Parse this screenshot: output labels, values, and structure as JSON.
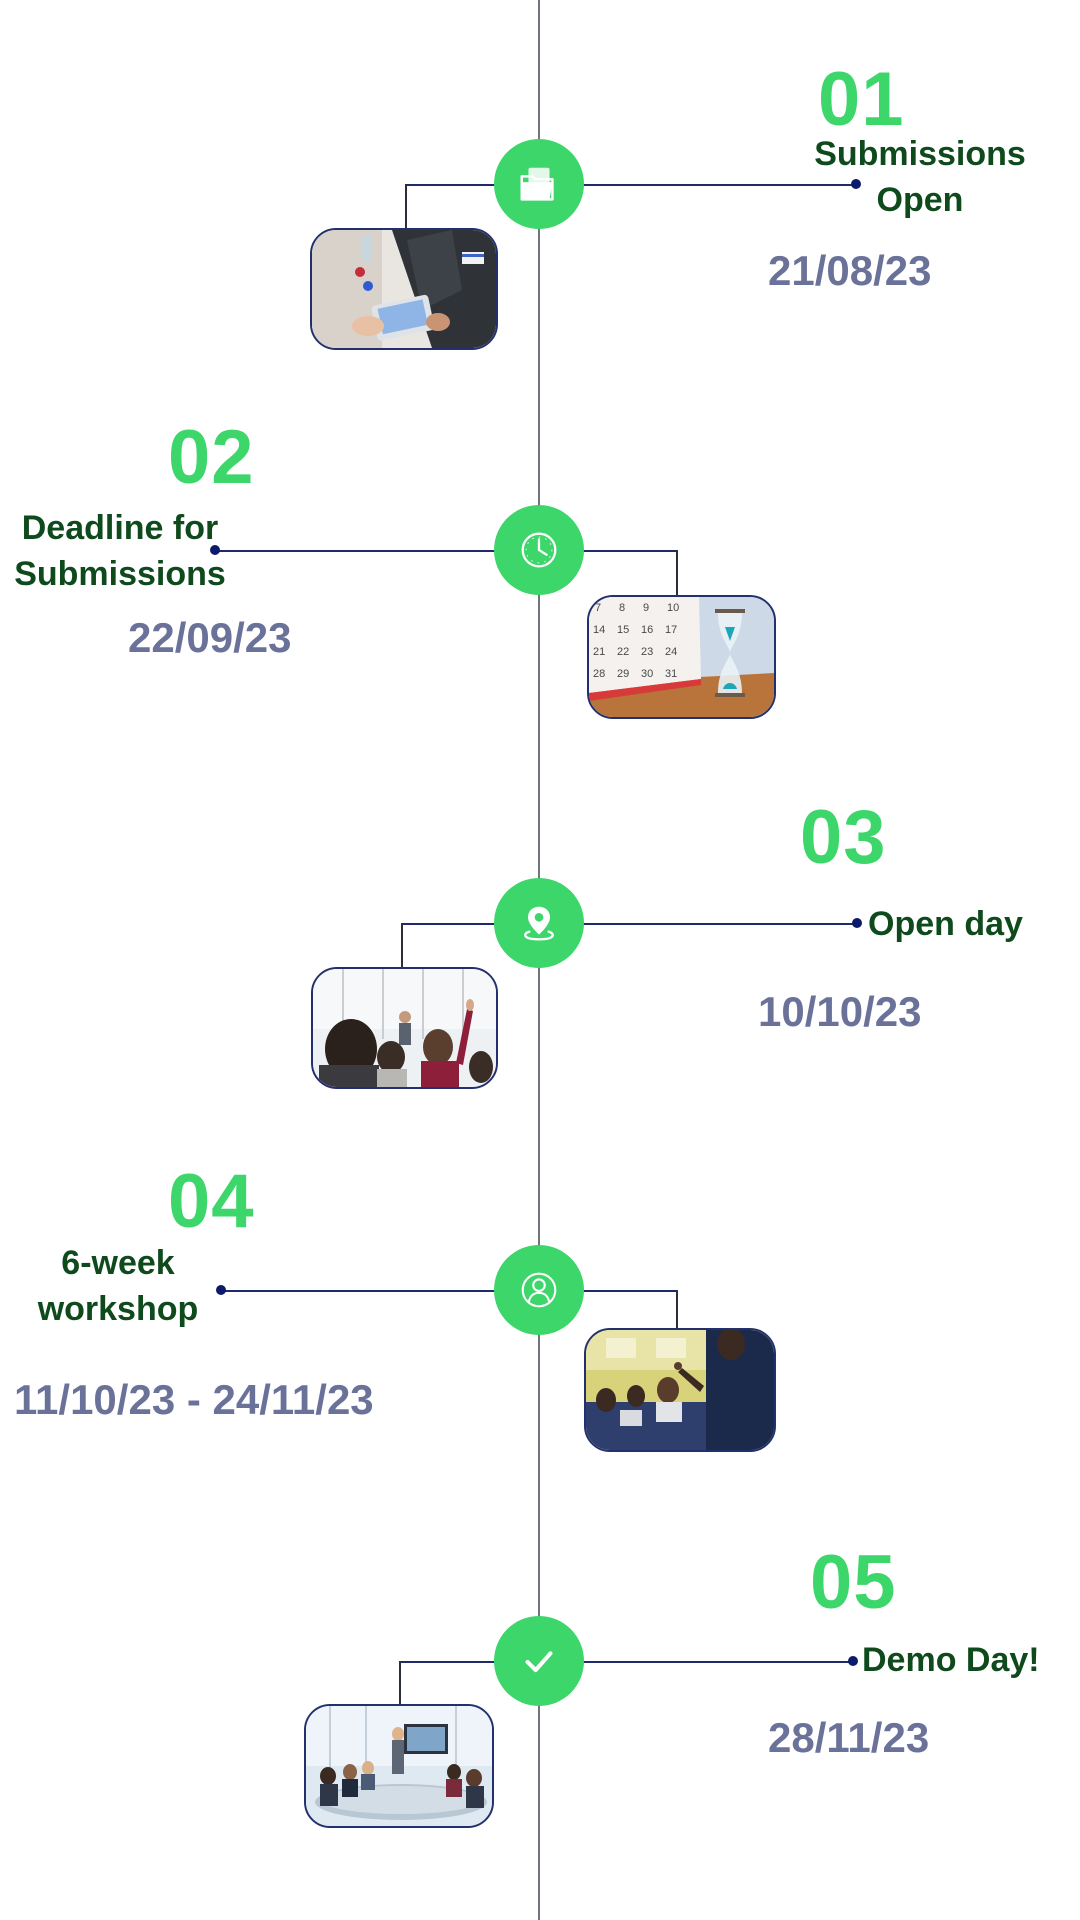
{
  "timeline": {
    "accent_color": "#3dd66b",
    "label_color": "#0f4a1d",
    "date_color": "#6b7299",
    "steps": [
      {
        "number": "01",
        "label_line1": "Submissions",
        "label_line2": "Open",
        "date": "21/08/23",
        "icon": "folder-icon",
        "photo": "tablet-meeting-photo"
      },
      {
        "number": "02",
        "label_line1": "Deadline for",
        "label_line2": "Submissions",
        "date": "22/09/23",
        "icon": "clock-icon",
        "photo": "calendar-hourglass-photo"
      },
      {
        "number": "03",
        "label_line1": "Open day",
        "label_line2": "",
        "date": "10/10/23",
        "icon": "location-pin-icon",
        "photo": "audience-raising-hand-photo"
      },
      {
        "number": "04",
        "label_line1": "6-week",
        "label_line2": "workshop",
        "date": "11/10/23 - 24/11/23",
        "icon": "user-icon",
        "photo": "workshop-classroom-photo"
      },
      {
        "number": "05",
        "label_line1": "Demo Day!",
        "label_line2": "",
        "date": "28/11/23",
        "icon": "checkmark-icon",
        "photo": "boardroom-presentation-photo"
      }
    ]
  }
}
